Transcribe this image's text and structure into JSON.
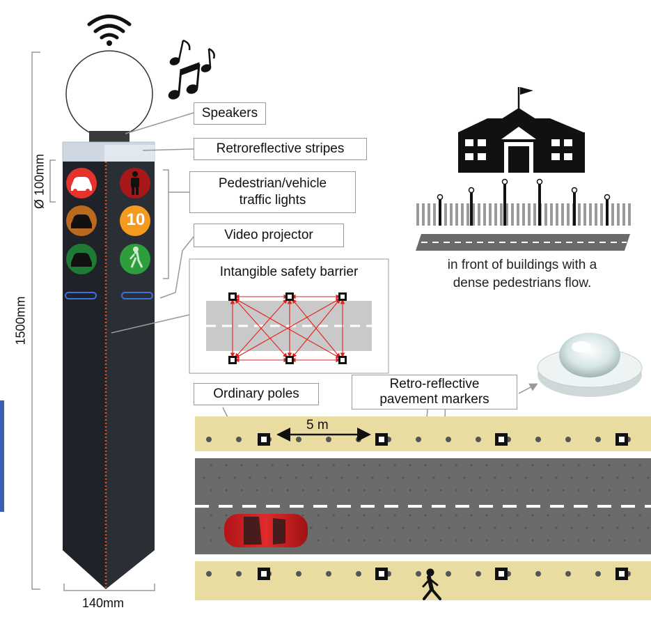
{
  "labels": {
    "speakers": "Speakers",
    "retroreflective_stripes": "Retroreflective stripes",
    "traffic_lights_line1": "Pedestrian/vehicle",
    "traffic_lights_line2": "traffic lights",
    "video_projector": "Video projector",
    "intangible_barrier": "Intangible safety barrier",
    "ordinary_poles": "Ordinary poles",
    "pavement_markers_line1": "Retro-reflective",
    "pavement_markers_line2": "pavement markers",
    "distance": "5 m"
  },
  "dimensions": {
    "height": "1500mm",
    "diameter": "Ø 100mm",
    "width": "140mm"
  },
  "caption": {
    "line1": "in front of buildings with a",
    "line2": "dense pedestrians flow."
  },
  "countdown": "10",
  "colors": {
    "pole": "#1f2228",
    "red": "#e5322d",
    "amber": "#f39a1f",
    "green": "#2e9e3c",
    "sidewalk": "#e8dca0",
    "road": "#6b6b6b",
    "led_strip": "#d9551e",
    "barrier_arrow": "#e0201c",
    "projector_ring": "#3f6fd8"
  },
  "icons": [
    "wifi-icon",
    "music-notes-icon",
    "school-building-icon",
    "car-icon",
    "pedestrian-icon",
    "walking-person-icon",
    "red-car-icon",
    "pavement-marker-photo"
  ]
}
